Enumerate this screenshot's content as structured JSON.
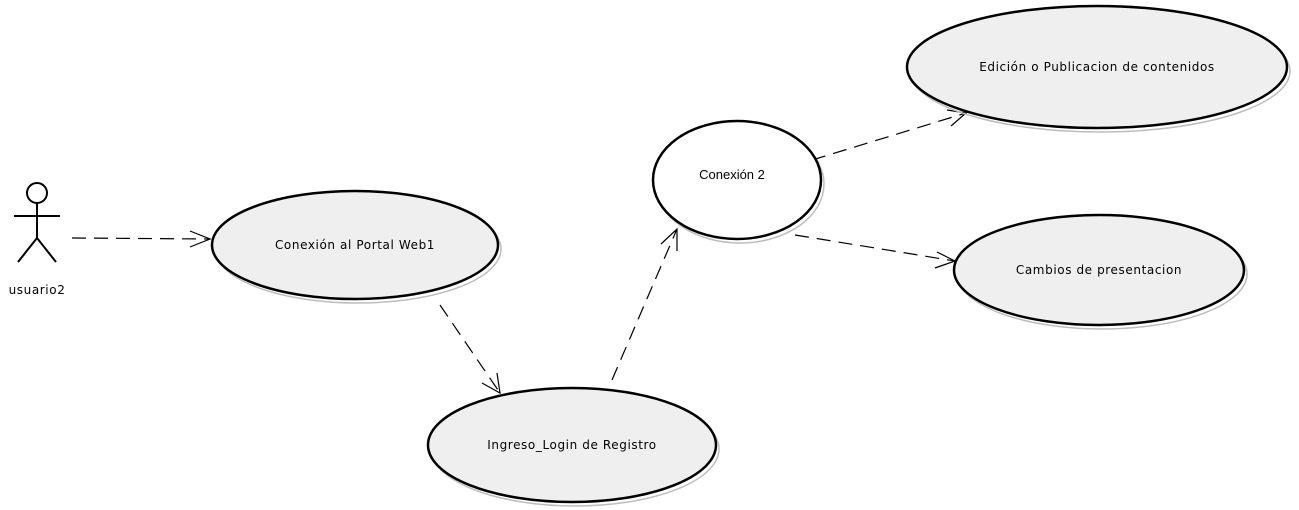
{
  "diagram": {
    "actor": {
      "label": "usuario2"
    },
    "use_cases": [
      {
        "id": "portal",
        "label": "Conexión al Portal Web1"
      },
      {
        "id": "login",
        "label": "Ingreso_Login de Registro"
      },
      {
        "id": "conexion2",
        "label": "Conexión 2"
      },
      {
        "id": "edicion",
        "label": "Edición o Publicacion de contenidos"
      },
      {
        "id": "cambios",
        "label": "Cambios de presentacion"
      }
    ],
    "relations": [
      {
        "from": "usuario2",
        "to": "portal",
        "style": "dashed-arrow"
      },
      {
        "from": "portal",
        "to": "login",
        "style": "dashed-arrow"
      },
      {
        "from": "login",
        "to": "conexion2",
        "style": "dashed-arrow"
      },
      {
        "from": "conexion2",
        "to": "edicion",
        "style": "dashed-arrow"
      },
      {
        "from": "conexion2",
        "to": "cambios",
        "style": "dashed-arrow"
      }
    ]
  }
}
